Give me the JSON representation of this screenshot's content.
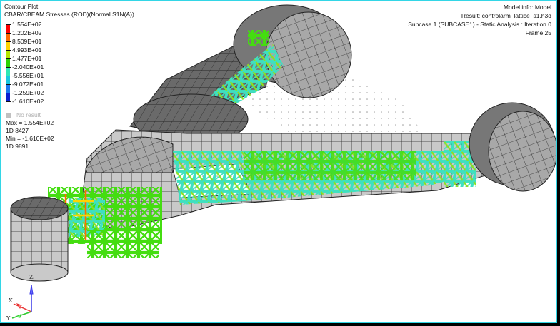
{
  "legend": {
    "title": "Contour Plot",
    "subtitle": "CBAR/CBEAM Stresses (ROD)(Normal S1N(A))",
    "levels": [
      {
        "label": "1.554E+02",
        "color": "#ff0000"
      },
      {
        "label": "1.202E+02",
        "color": "#ff6a00"
      },
      {
        "label": "8.509E+01",
        "color": "#ffd400"
      },
      {
        "label": "4.993E+01",
        "color": "#b4e800"
      },
      {
        "label": "1.477E+01",
        "color": "#2bd400"
      },
      {
        "label": "-2.040E+01",
        "color": "#2ee8b4"
      },
      {
        "label": "-5.556E+01",
        "color": "#18c8e0"
      },
      {
        "label": "-9.072E+01",
        "color": "#1a78f0"
      },
      {
        "label": "-1.259E+02",
        "color": "#0a1ed0"
      },
      {
        "label": "-1.610E+02",
        "color": "#0a1ed0"
      }
    ],
    "no_result_label": "No result",
    "no_result_color": "#c0c0c0",
    "max_line": "Max = 1.554E+02",
    "max_element": "1D 8427",
    "min_line": "Min = -1.610E+02",
    "min_element": "1D 9891"
  },
  "model_info": {
    "model": "Model info: Model",
    "result": "Result: controlarm_lattice_s1.h3d",
    "subcase": "Subcase 1 (SUBCASE1) - Static Analysis : Iteration 0",
    "frame": "Frame 25"
  },
  "triad": {
    "x_label": "X",
    "y_label": "Y",
    "z_label": "Z",
    "x_color": "#e83030",
    "y_color": "#30c830",
    "z_color": "#3838e8"
  },
  "colors": {
    "border": "#33d6e6",
    "mesh_light": "#c8c8c8",
    "mesh_dark": "#6e6e6e",
    "mesh_edge": "#222222"
  }
}
